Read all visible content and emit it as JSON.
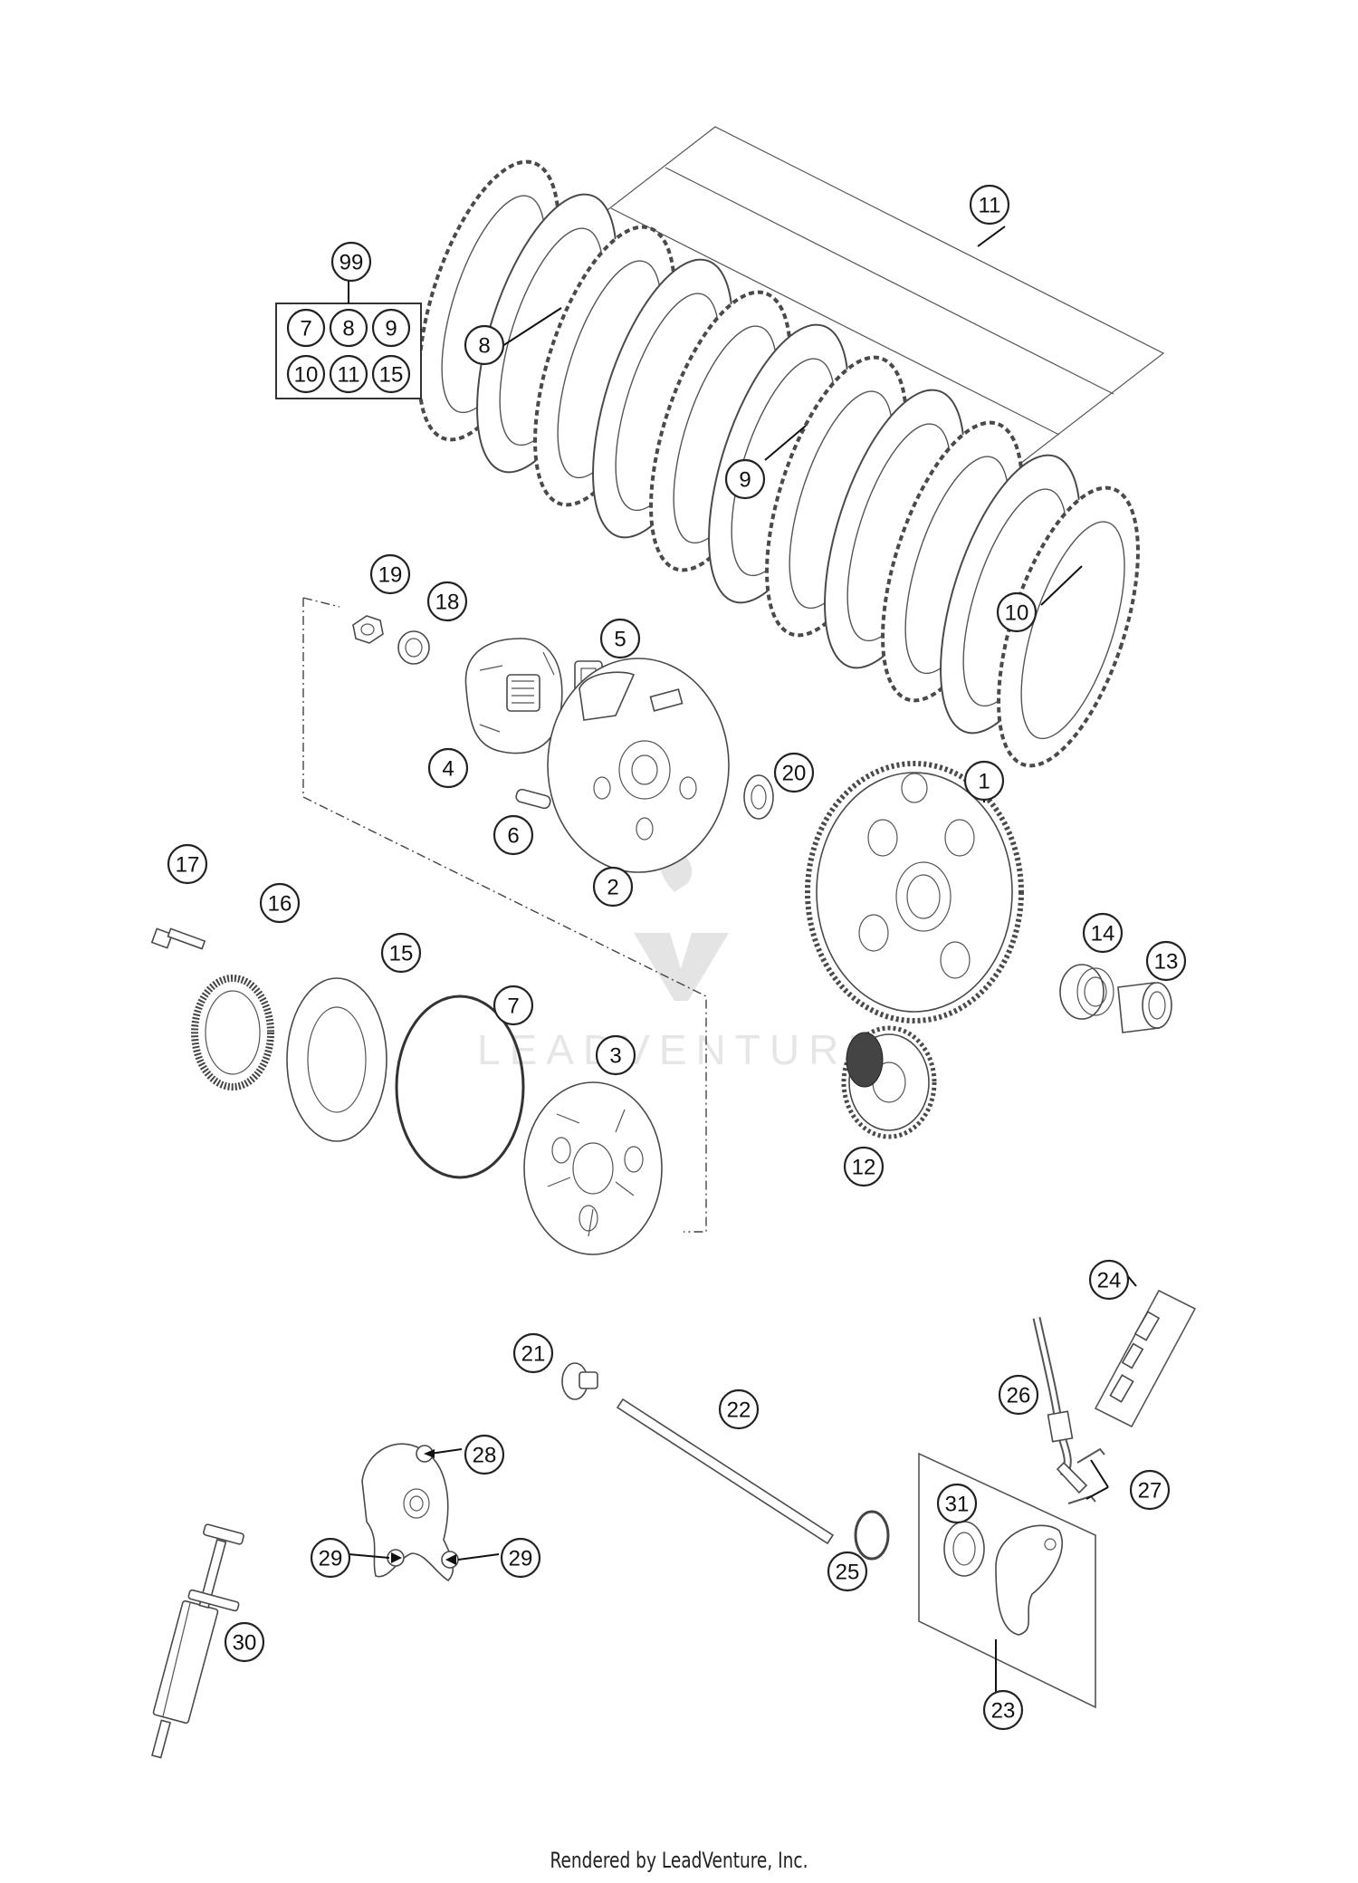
{
  "kit": {
    "number": "99",
    "items": [
      "7",
      "8",
      "9",
      "10",
      "11",
      "15"
    ]
  },
  "callouts": [
    "1",
    "2",
    "3",
    "4",
    "5",
    "6",
    "7",
    "8",
    "9",
    "10",
    "11",
    "12",
    "13",
    "14",
    "15",
    "16",
    "17",
    "18",
    "19",
    "20",
    "21",
    "22",
    "23",
    "24",
    "25",
    "26",
    "27",
    "28",
    "29",
    "30",
    "31"
  ],
  "repeat_callout": "29",
  "watermark": "LEADVENTURE",
  "footer": "Rendered by LeadVenture, Inc."
}
